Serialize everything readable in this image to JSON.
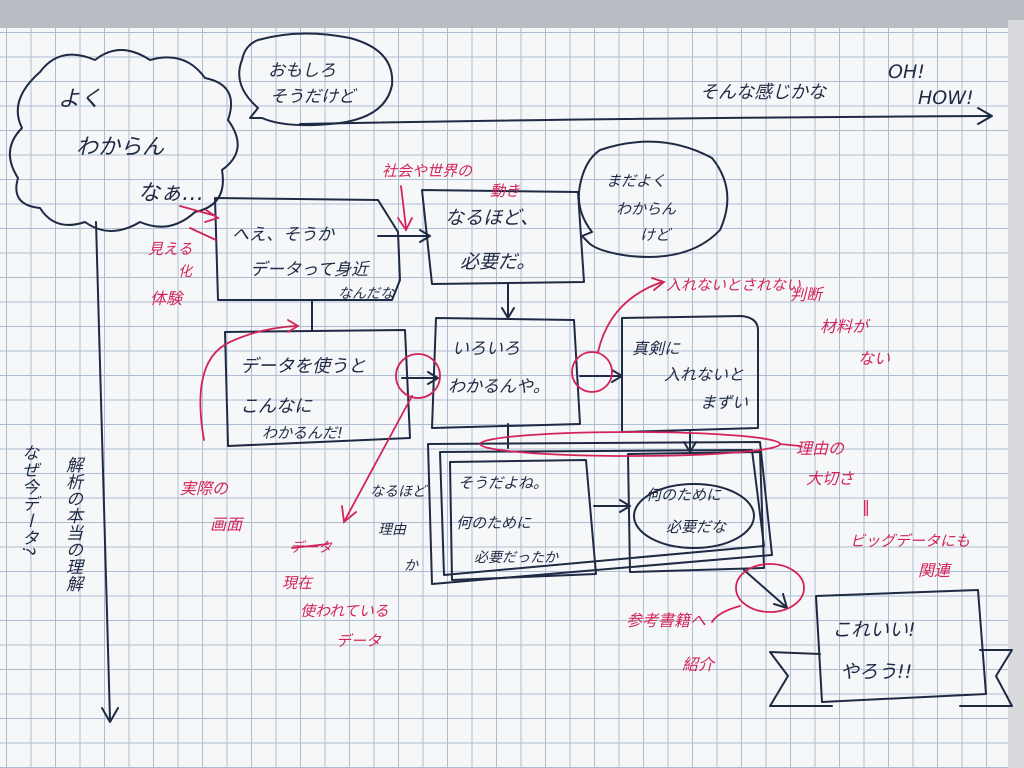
{
  "colors": {
    "ink": "#1f2a44",
    "red_pen": "#d2245a",
    "grid": "#aebdd2",
    "paper": "#f6f7f8"
  },
  "cloud_top_left": {
    "line1": "よく",
    "line2": "わからん",
    "line3": "なぁ…"
  },
  "bubble_top": {
    "line1": "おもしろ",
    "line2": "そうだけど"
  },
  "top_right": {
    "feeling": "そんな感じかな",
    "oh": "OH!",
    "how": "HOW!"
  },
  "box_heh": {
    "line1": "へえ、そうか",
    "line2": "データって身近",
    "line3": "なんだな"
  },
  "box_naruhodo": {
    "line1": "なるほど、",
    "line2": "必要だ。"
  },
  "bubble_mada": {
    "line1": "まだよく",
    "line2": "わからん",
    "line3": "けど"
  },
  "box_data": {
    "line1": "データを使うと",
    "line2": "こんなに",
    "line3": "わかるんだ!"
  },
  "box_iroiro": {
    "line1": "いろいろ",
    "line2": "わかるんや。"
  },
  "box_majime": {
    "line1": "真剣に",
    "line2": "入れないと",
    "line3": "まずい"
  },
  "box_souda": {
    "line1": "そうだよね。",
    "line2": "何のために",
    "line3": "必要だったか"
  },
  "box_nan": {
    "line1": "何のために",
    "line2": "必要だな"
  },
  "box_koreiii": {
    "line1": "これいい!",
    "line2": "やろう!!"
  },
  "left_labels": {
    "naruhodo": "なるほど",
    "riyuu": "理由",
    "ka": "か"
  },
  "red_notes": {
    "shakai": "社会や世界の",
    "ugoki": "動き",
    "mieru": "見える",
    "ka": "化",
    "taiken": "体験",
    "jissai": "実際の",
    "gamen": "画面",
    "strike": "データ",
    "genzai": "現在",
    "tsukawarete": "使われている",
    "data": "データ",
    "irenai": "入れないとされない",
    "handan": "判断",
    "zairyou": "材料が",
    "nai": "ない",
    "riyuu": "理由の",
    "taisetsusa": "大切さ",
    "equals": "‖",
    "bigdata": "ビッグデータにも",
    "kanren": "関連",
    "sankou": "参考書籍へ",
    "shoukai": "紹介"
  },
  "left_vertical": {
    "col1": "なぜ今データ?",
    "col2": "解析の本当の理解"
  }
}
